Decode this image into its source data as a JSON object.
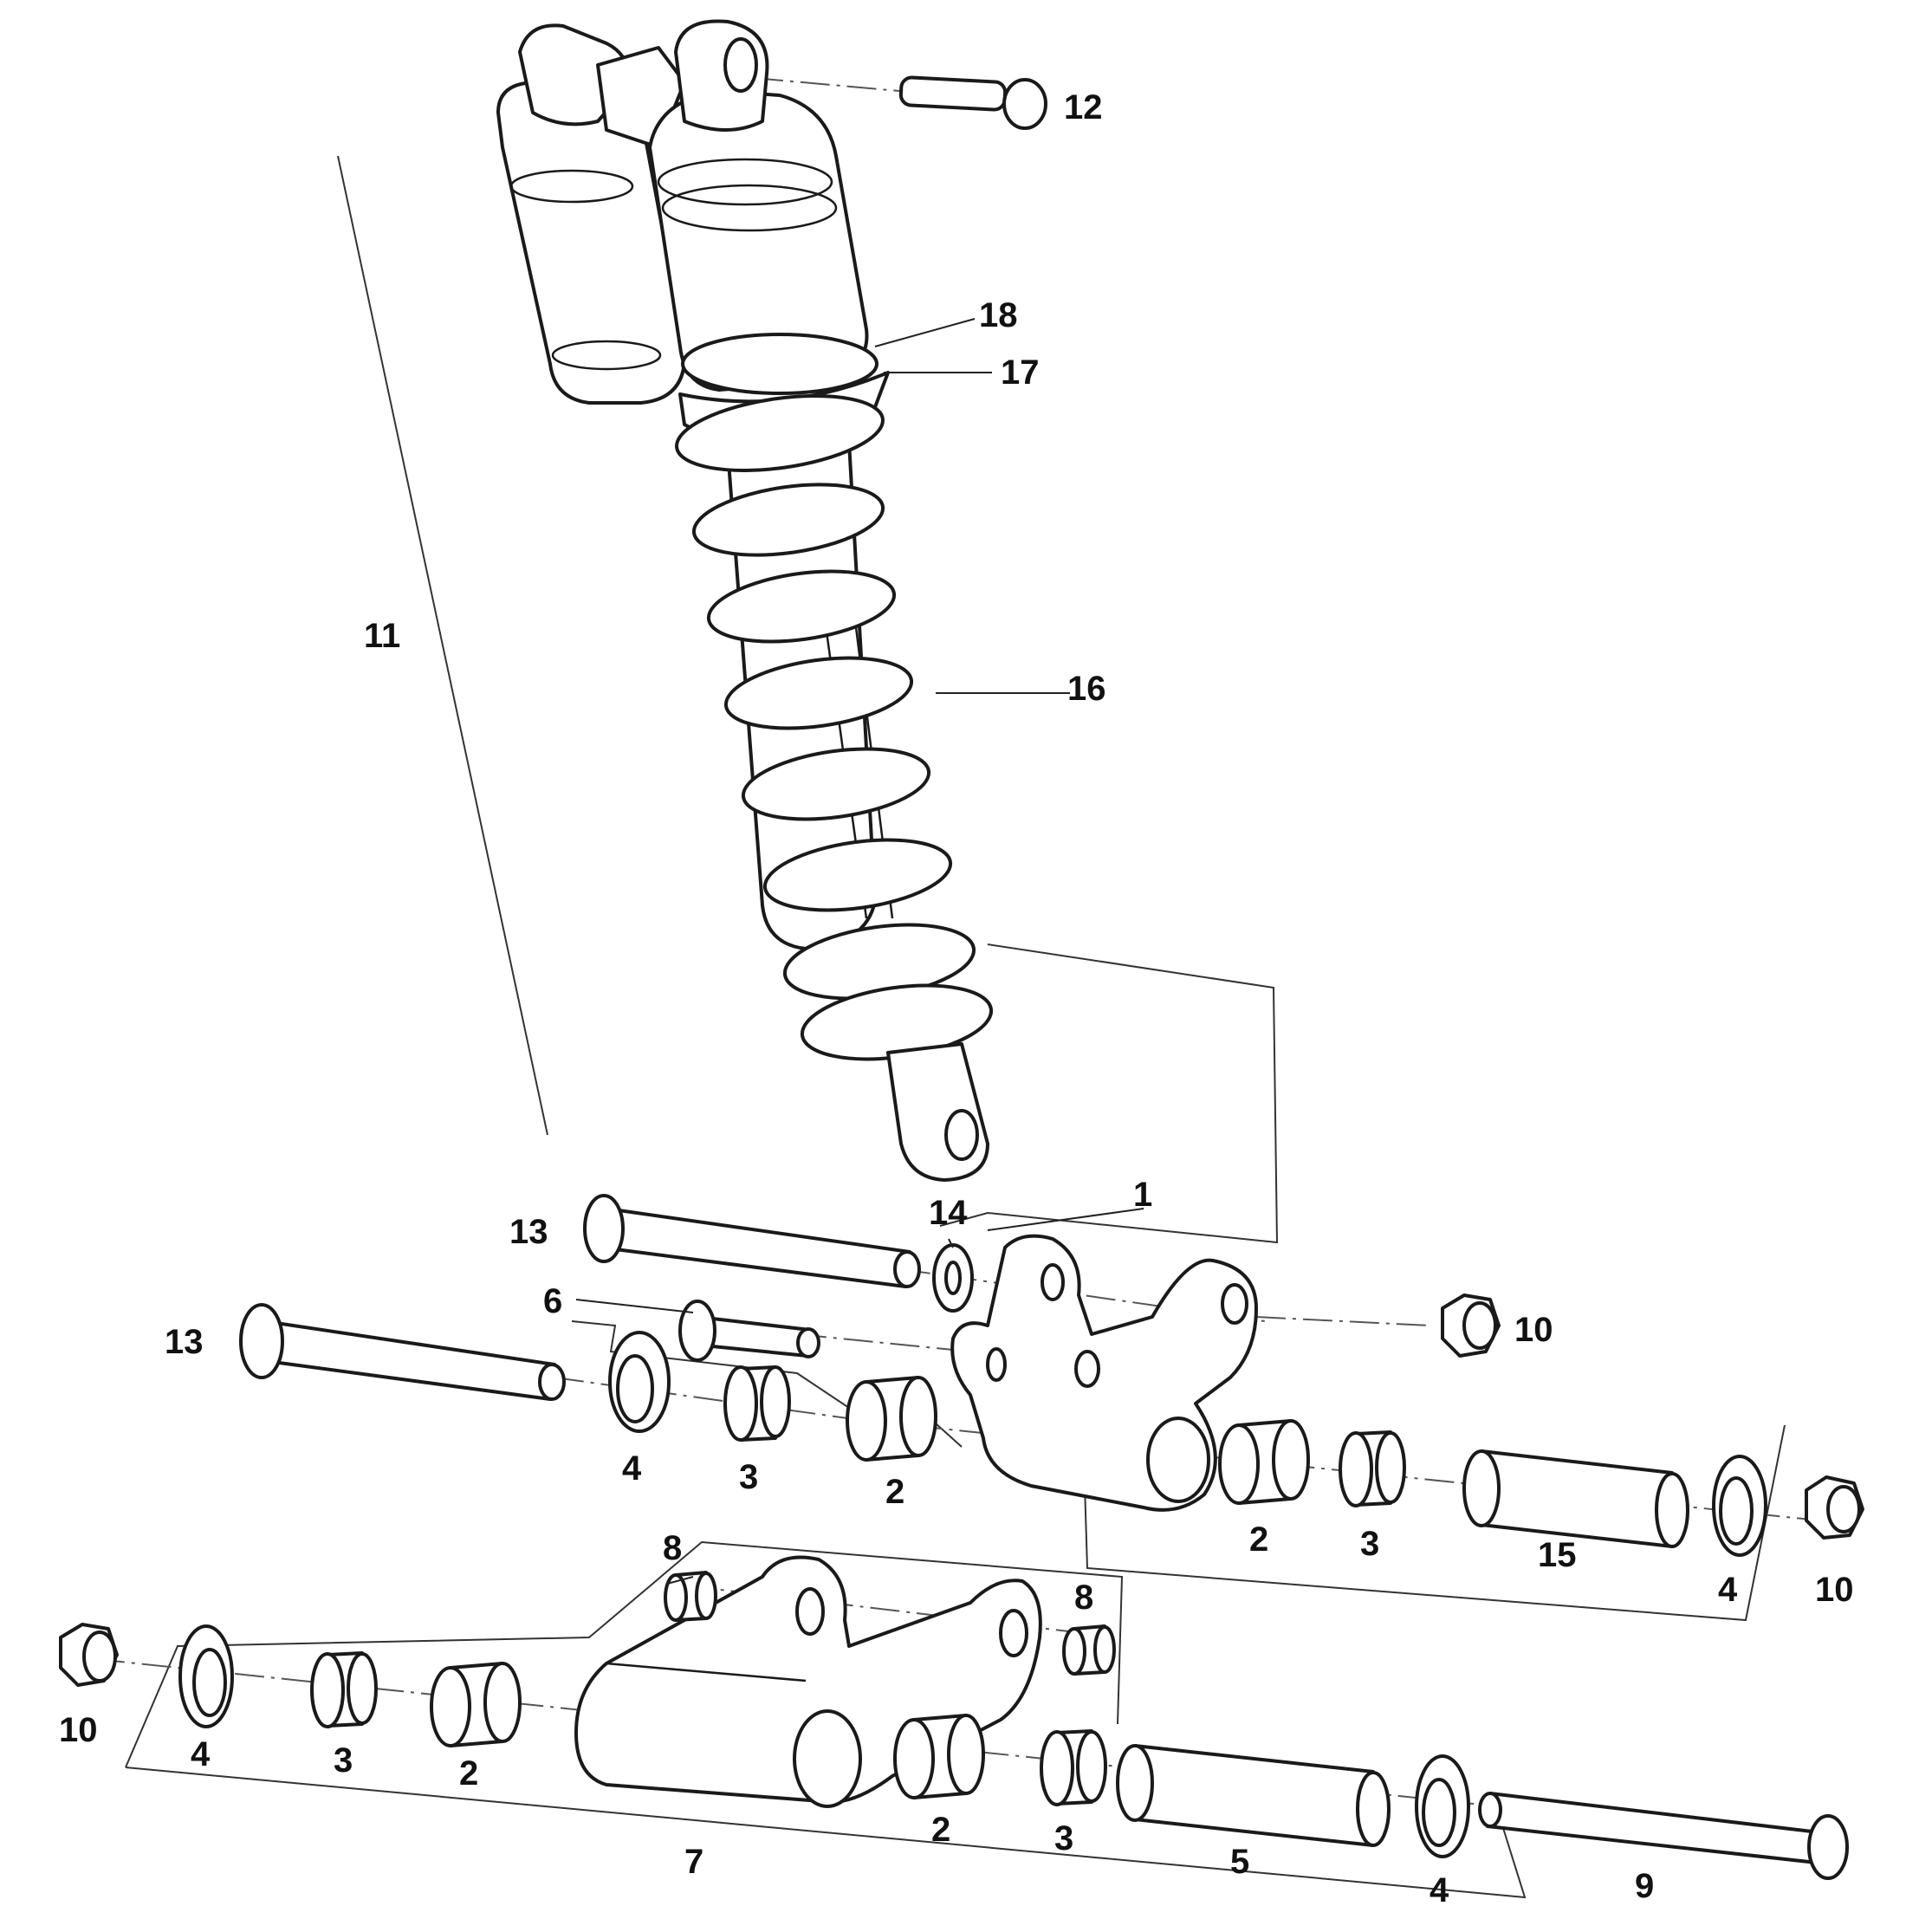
{
  "diagram": {
    "callouts": {
      "c1": "1",
      "c2a": "2",
      "c2b": "2",
      "c2c": "2",
      "c2d": "2",
      "c3a": "3",
      "c3b": "3",
      "c3c": "3",
      "c3d": "3",
      "c4a": "4",
      "c4b": "4",
      "c4c": "4",
      "c4d": "4",
      "c5": "5",
      "c6": "6",
      "c7": "7",
      "c8a": "8",
      "c8b": "8",
      "c9": "9",
      "c10a": "10",
      "c10b": "10",
      "c10c": "10",
      "c11": "11",
      "c12": "12",
      "c13a": "13",
      "c13b": "13",
      "c14": "14",
      "c15": "15",
      "c16": "16",
      "c17": "17",
      "c18": "18"
    },
    "colors": {
      "line": "#1a1a1a",
      "background": "#ffffff"
    }
  }
}
